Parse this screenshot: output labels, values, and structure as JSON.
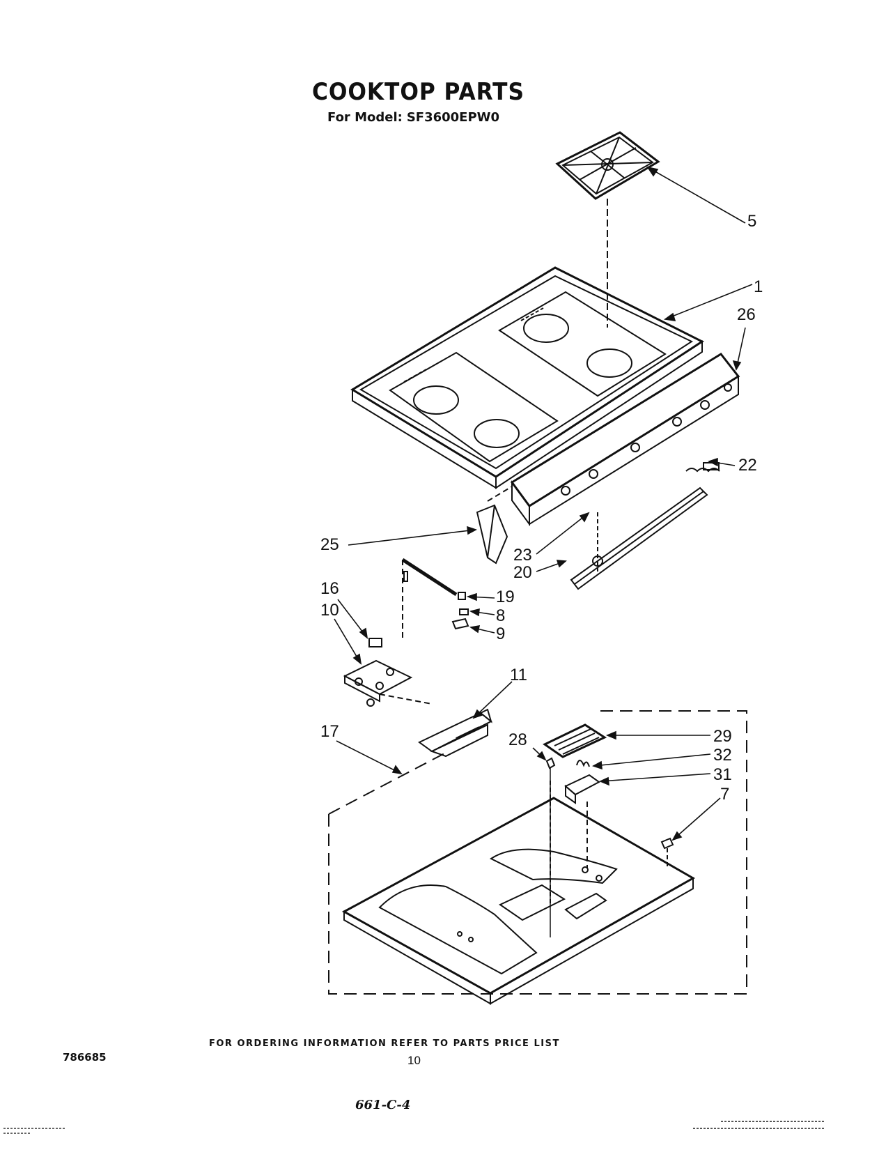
{
  "header": {
    "title": "COOKTOP PARTS",
    "model_label": "For Model:",
    "model_number": "SF3600EPW0"
  },
  "callouts": [
    {
      "id": "5",
      "label": "5"
    },
    {
      "id": "1",
      "label": "1"
    },
    {
      "id": "26",
      "label": "26"
    },
    {
      "id": "22",
      "label": "22"
    },
    {
      "id": "25",
      "label": "25"
    },
    {
      "id": "23",
      "label": "23"
    },
    {
      "id": "20",
      "label": "20"
    },
    {
      "id": "16",
      "label": "16"
    },
    {
      "id": "10",
      "label": "10"
    },
    {
      "id": "19",
      "label": "19"
    },
    {
      "id": "8",
      "label": "8"
    },
    {
      "id": "9",
      "label": "9"
    },
    {
      "id": "11",
      "label": "11"
    },
    {
      "id": "17",
      "label": "17"
    },
    {
      "id": "28",
      "label": "28"
    },
    {
      "id": "29",
      "label": "29"
    },
    {
      "id": "32",
      "label": "32"
    },
    {
      "id": "31",
      "label": "31"
    },
    {
      "id": "7",
      "label": "7"
    }
  ],
  "footer": {
    "ordering_note": "FOR ORDERING INFORMATION REFER TO PARTS PRICE LIST",
    "doc_number": "786685",
    "page_number": "10",
    "handwritten_note": "661-C-4"
  }
}
